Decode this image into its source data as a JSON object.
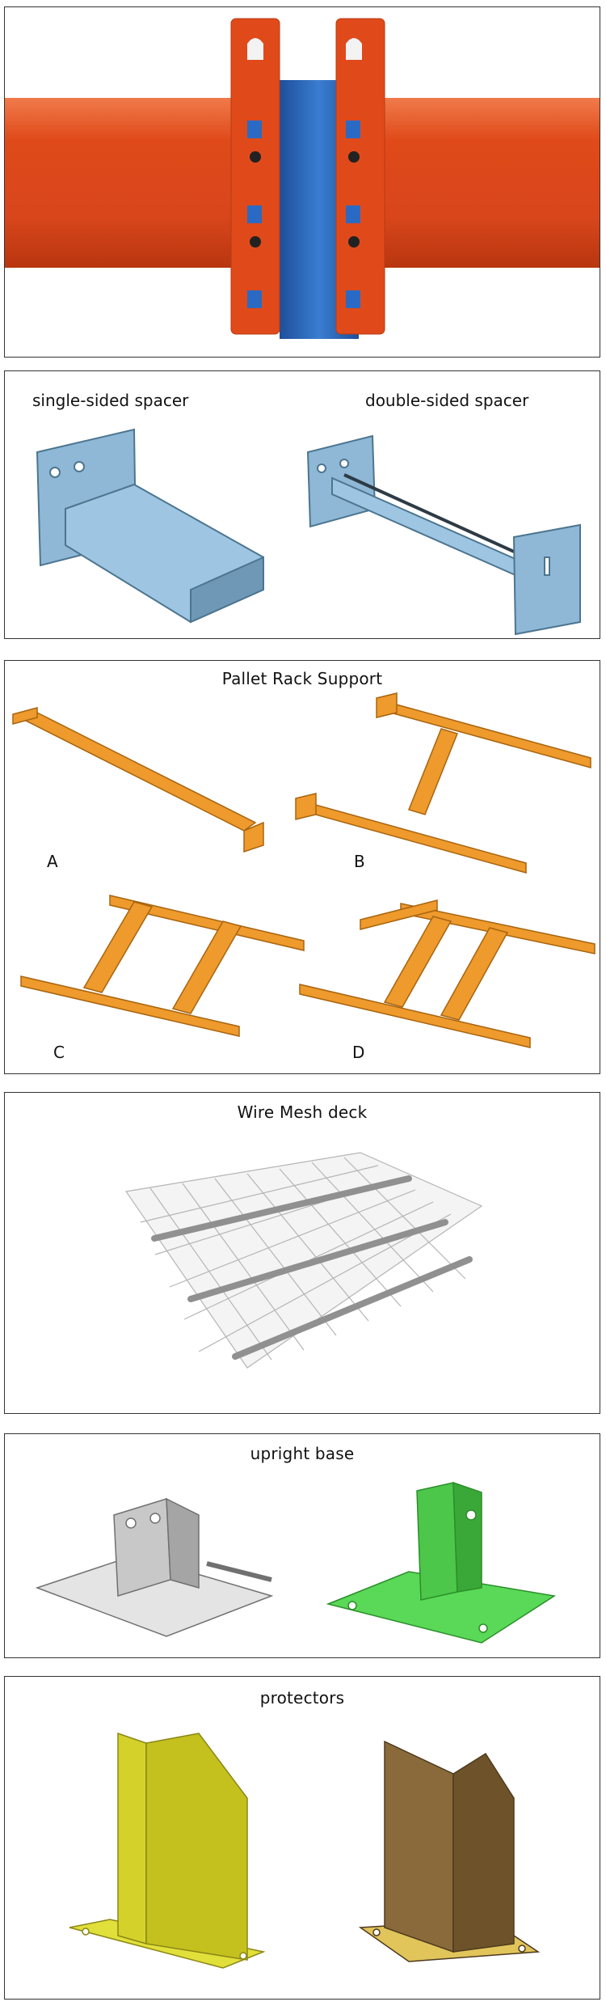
{
  "sections": {
    "spacer": {
      "single_label": "single-sided spacer",
      "double_label": "double-sided spacer"
    },
    "support": {
      "title": "Pallet Rack Support",
      "items": [
        "A",
        "B",
        "C",
        "D"
      ]
    },
    "wire_mesh": {
      "title": "Wire Mesh deck"
    },
    "base": {
      "title": "upright base"
    },
    "protectors": {
      "title": "protectors"
    }
  },
  "colors": {
    "beam_orange": "#e0501f",
    "upright_blue": "#2f6fc4",
    "spacer_blue": "#8fb8d6",
    "support_orange": "#ee9a2c",
    "base_green": "#4cc74a",
    "protector_yellow": "#d4d12a",
    "protector_brown": "#8a6a3a"
  }
}
